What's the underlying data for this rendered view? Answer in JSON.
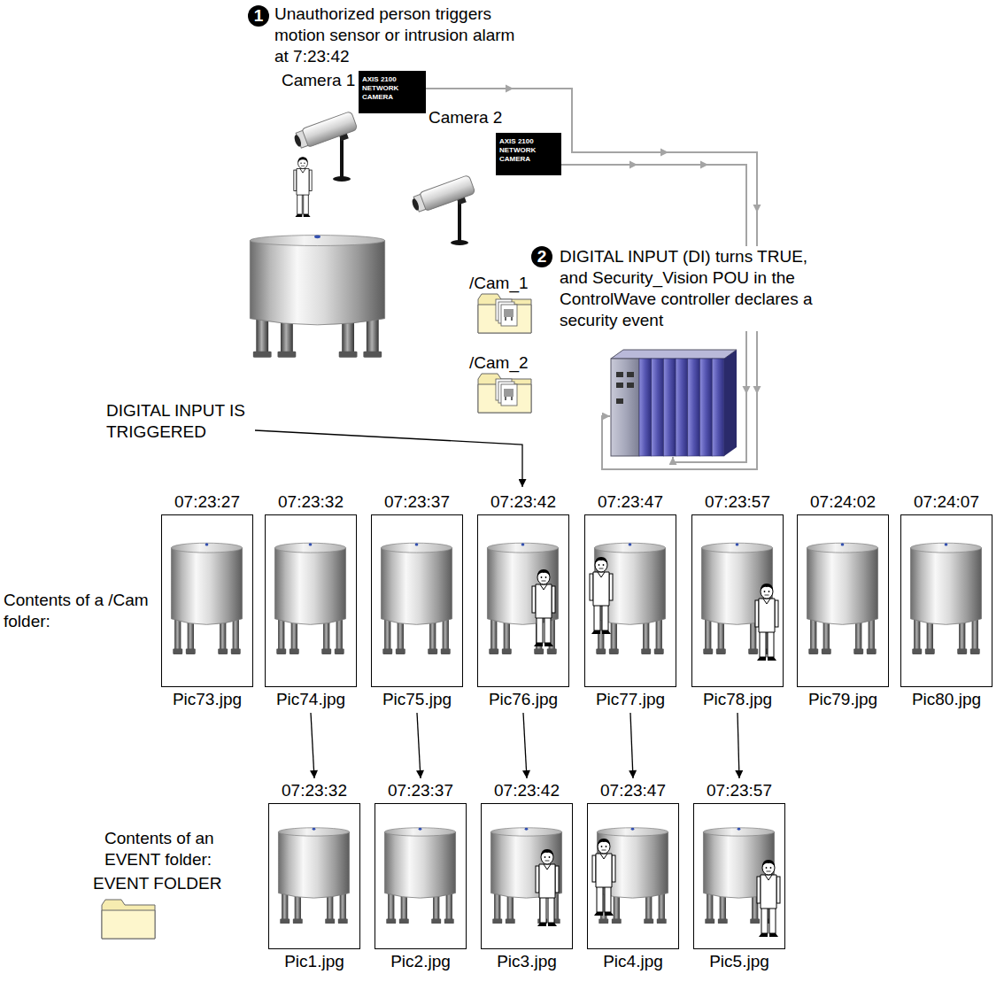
{
  "diagram": {
    "nodes": [
      {
        "text": [
          "07:23:27",
          "Pic73.jpg"
        ]
      },
      {
        "text": [
          "07:23:32",
          "Pic74.jpg"
        ]
      },
      {
        "text": [
          "07:23:37",
          "Pic75.jpg"
        ]
      },
      {
        "text": [
          "07:23:42",
          "Pic76.jpg"
        ]
      },
      {
        "text": [
          "07:23:47",
          "Pic77.jpg"
        ]
      },
      {
        "text": [
          "07:23:57",
          "Pic78.jpg"
        ]
      },
      {
        "text": [
          "07:24:02",
          "Pic79.jpg"
        ]
      },
      {
        "text": [
          "07:24:07",
          "Pic80.jpg"
        ]
      },
      {
        "text": [
          "07:23:32",
          "Pic1.jpg"
        ]
      },
      {
        "text": [
          "07:23:37",
          "Pic2.jpg"
        ]
      },
      {
        "text": [
          "07:23:42",
          "Pic3.jpg"
        ]
      },
      {
        "text": [
          "07:23:47",
          "Pic4.jpg"
        ]
      },
      {
        "text": [
          "07:23:57",
          "Pic5.jpg"
        ]
      }
    ],
    "edges": [
      {
        "from": 1,
        "to": 8,
        "arrow": "to"
      },
      {
        "from": 2,
        "to": 9,
        "arrow": "to"
      },
      {
        "from": 3,
        "to": 10,
        "arrow": "to"
      },
      {
        "from": 4,
        "to": 11,
        "arrow": "to"
      },
      {
        "from": 5,
        "to": 12,
        "arrow": "to"
      }
    ],
    "labels": [
      "1",
      "Unauthorized person triggers motion sensor or intrusion alarm at 7:23:42",
      "Camera 1",
      "AXIS 2100 NETWORK CAMERA",
      "Camera 2",
      "AXIS 2100 NETWORK CAMERA",
      "2",
      "DIGITAL INPUT (DI) turns TRUE, and Security_Vision POU in the ControlWave controller declares a security event",
      "/Cam_1",
      "/Cam_2",
      "DIGITAL INPUT IS TRIGGERED",
      "Contents of a /Cam folder:",
      "Contents of an EVENT folder:",
      "EVENT FOLDER"
    ]
  }
}
